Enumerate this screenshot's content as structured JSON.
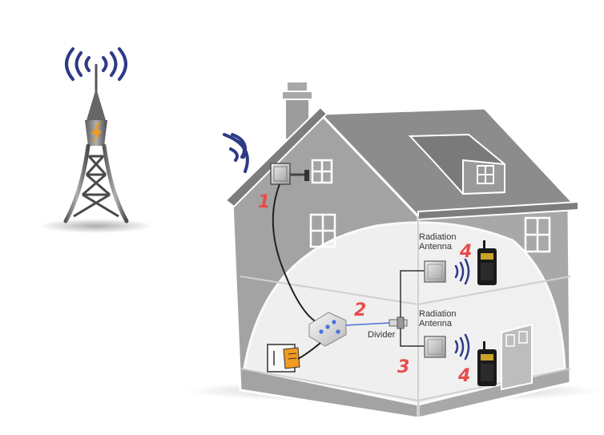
{
  "labels": {
    "radiation_antenna_upper": [
      "Radiation",
      "Antenna"
    ],
    "radiation_antenna_lower": [
      "Radiation",
      "Antenna"
    ],
    "divider": "Divider"
  },
  "step_numbers": {
    "outdoor_antenna": "1",
    "booster": "2",
    "cable": "3",
    "radio_upper": "4",
    "radio_lower": "4"
  },
  "colors": {
    "house_roof": "#8c8c8c",
    "house_wall": "#9a9a9a",
    "interior": "#f4f4f4",
    "outline": "#ffffff",
    "signal_waves": "#2e3a87",
    "step_number": "#e84b4b",
    "cable": "#222222",
    "booster_blue": "#4a6fd8",
    "lightning": "#f29a22",
    "radio": "#1a1a1a"
  }
}
